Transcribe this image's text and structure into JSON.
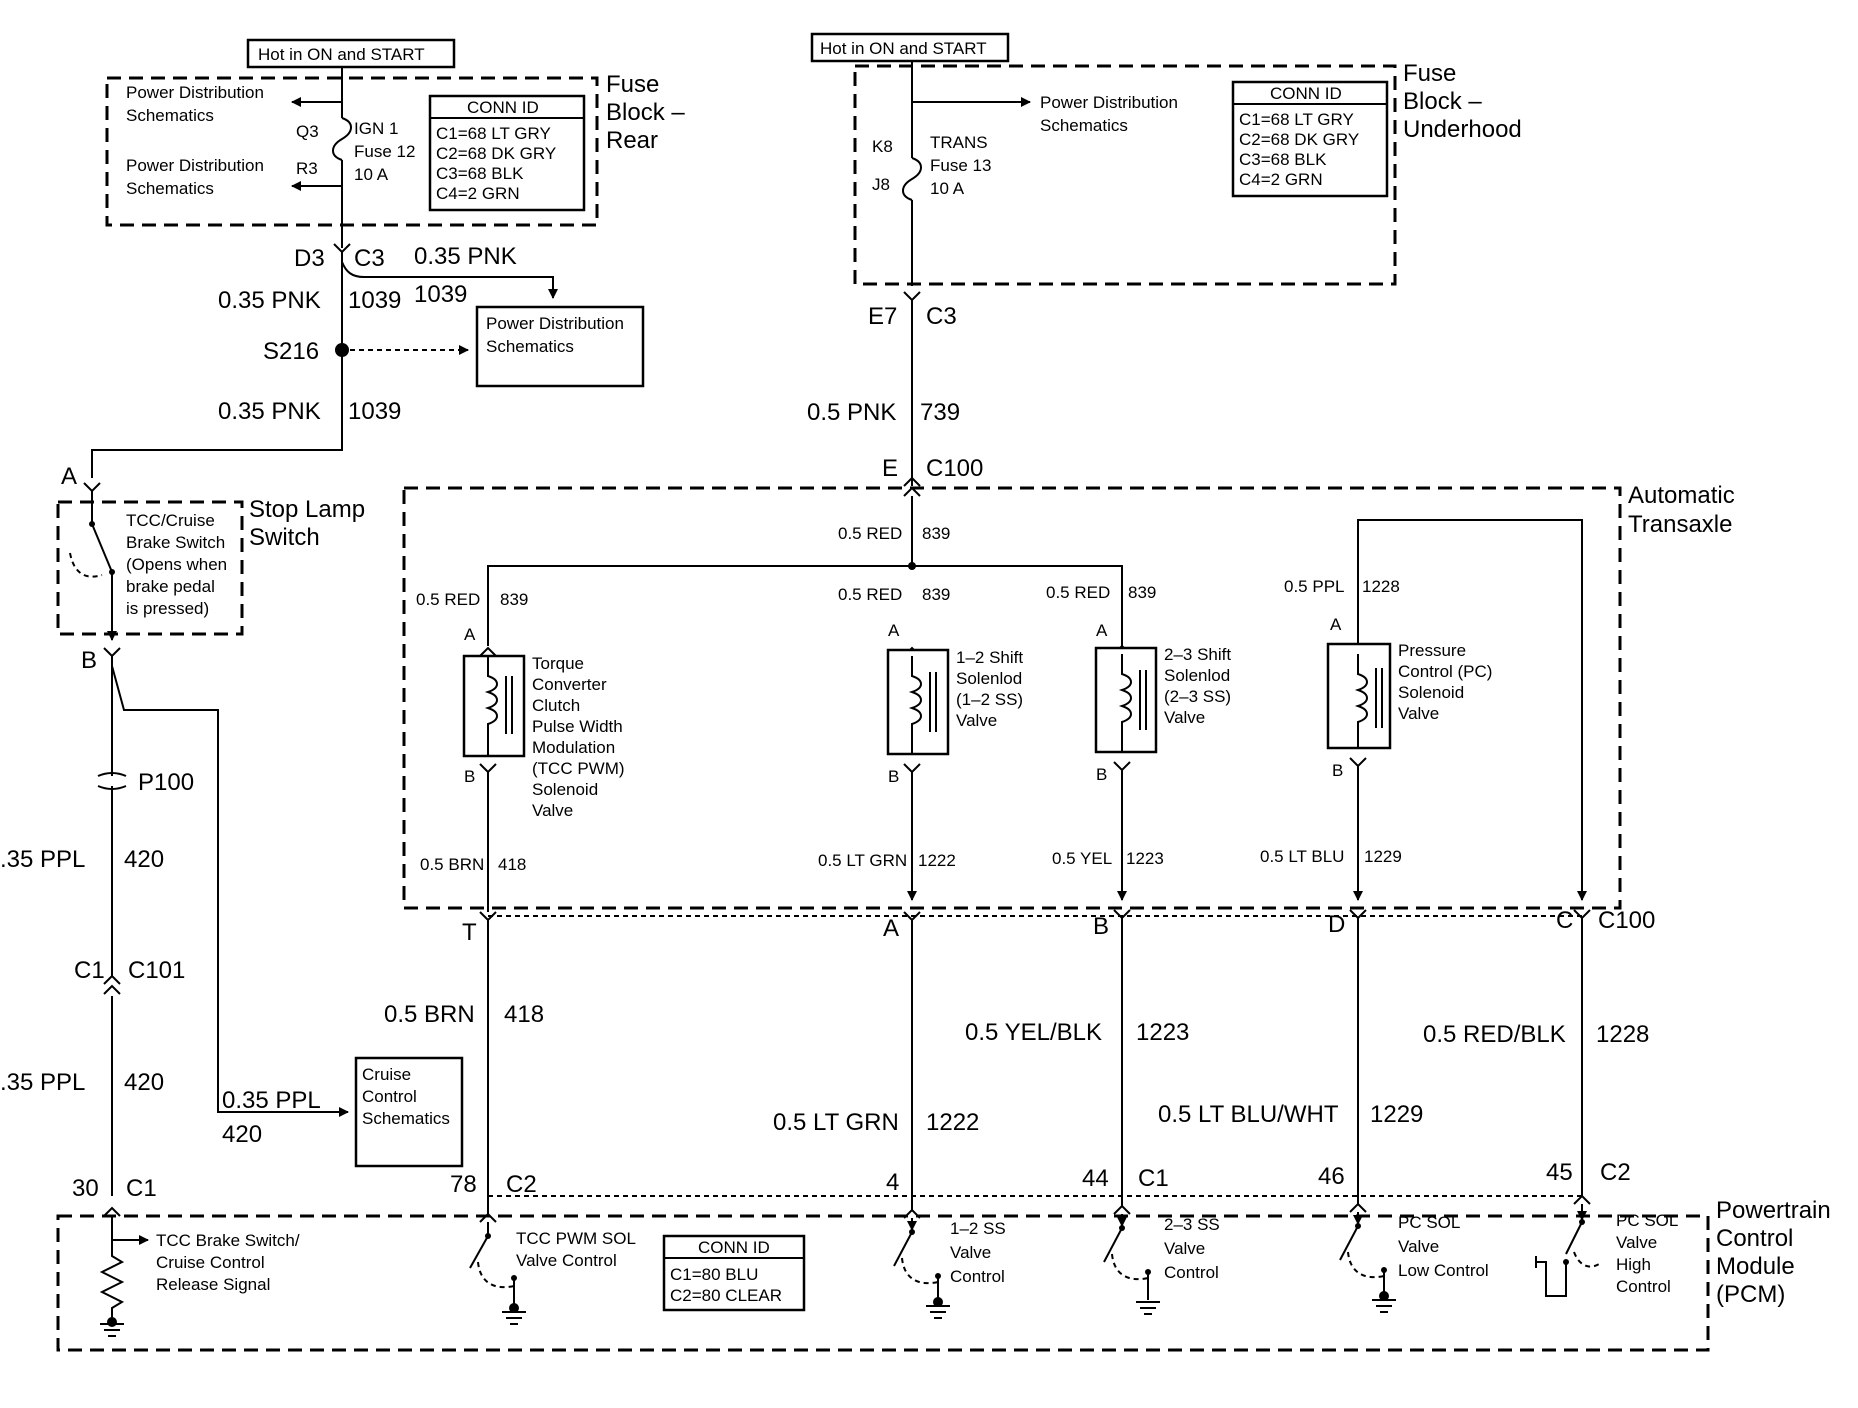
{
  "fuse_rear": {
    "hot_label": "Hot in ON and START",
    "name": [
      "Fuse",
      "Block –",
      "Rear"
    ],
    "pd1": [
      "Power Distribution",
      "Schematics"
    ],
    "pd2": [
      "Power Distribution",
      "Schematics"
    ],
    "q3": "Q3",
    "r3": "R3",
    "fuse": [
      "IGN 1",
      "Fuse 12",
      "10 A"
    ],
    "conn_title": "CONN ID",
    "conn": [
      "C1=68 LT GRY",
      "C2=68 DK GRY",
      "C3=68 BLK",
      "C4=2 GRN"
    ],
    "d3": "D3",
    "c3": "C3"
  },
  "fuse_under": {
    "hot_label": "Hot in ON and START",
    "name": [
      "Fuse",
      "Block –",
      "Underhood"
    ],
    "pd": [
      "Power Distribution",
      "Schematics"
    ],
    "k8": "K8",
    "j8": "J8",
    "fuse": [
      "TRANS",
      "Fuse 13",
      "10 A"
    ],
    "conn_title": "CONN ID",
    "conn": [
      "C1=68 LT GRY",
      "C2=68 DK GRY",
      "C3=68 BLK",
      "C4=2 GRN"
    ],
    "e7": "E7",
    "c3": "C3"
  },
  "left": {
    "w1": "0.35 PNK",
    "c1": "1039",
    "w_branch": "0.35 PNK",
    "c_branch": "1039",
    "pd_box": [
      "Power Distribution",
      "Schematics"
    ],
    "splice": "S216",
    "w2": "0.35 PNK",
    "c2": "1039",
    "pin_a": "A",
    "pin_b": "B",
    "switch": [
      "TCC/Cruise",
      "Brake Switch",
      "(Opens when",
      "brake pedal",
      "is pressed)"
    ],
    "stop_lamp": [
      "Stop Lamp",
      "Switch"
    ],
    "p100": "P100",
    "w3": ".35 PPL",
    "c3": "420",
    "c1_conn": "C1",
    "c101": "C101",
    "w4": ".35 PPL",
    "c4": "420",
    "cruise_w": "0.35 PPL",
    "cruise_c": "420",
    "cruise_box": [
      "Cruise",
      "Control",
      "Schematics"
    ]
  },
  "center": {
    "e": "E",
    "c100": "C100",
    "w": "0.5 PNK",
    "c": "739",
    "splice_w": "0.5 RED",
    "splice_c": "839"
  },
  "trans": {
    "name": [
      "Automatic",
      "Transaxle"
    ],
    "tcc": {
      "w_top": "0.5 RED",
      "c_top": "839",
      "pin_a": "A",
      "pin_b": "B",
      "label": [
        "Torque",
        "Converter",
        "Clutch",
        "Pulse Width",
        "Modulation",
        "(TCC PWM)",
        "Solenoid",
        "Valve"
      ],
      "w_bot": "0.5 BRN",
      "c_bot": "418"
    },
    "ss12": {
      "w_top": "0.5 RED",
      "c_top": "839",
      "pin_a": "A",
      "pin_b": "B",
      "label": [
        "1–2 Shift",
        "Solenlod",
        "(1–2 SS)",
        "Valve"
      ],
      "w_bot": "0.5 LT GRN",
      "c_bot": "1222"
    },
    "ss23": {
      "w_top": "0.5 RED",
      "c_top": "839",
      "pin_a": "A",
      "pin_b": "B",
      "label": [
        "2–3 Shift",
        "Solenlod",
        "(2–3 SS)",
        "Valve"
      ],
      "w_bot": "0.5 YEL",
      "c_bot": "1223"
    },
    "pc": {
      "w_top": "0.5 PPL",
      "c_top": "1228",
      "pin_a": "A",
      "pin_b": "B",
      "label": [
        "Pressure",
        "Control (PC)",
        "Solenoid",
        "Valve"
      ],
      "w_bot": "0.5 LT BLU",
      "c_bot": "1229"
    }
  },
  "c100_row": {
    "t": "T",
    "a": "A",
    "b": "B",
    "d": "D",
    "c": "C",
    "conn": "C100"
  },
  "lower": {
    "w_brn": "0.5 BRN",
    "c_brn": "418",
    "w_yel": "0.5 YEL/BLK",
    "c_yel": "1223",
    "w_red": "0.5 RED/BLK",
    "c_red": "1228",
    "w_grn": "0.5 LT GRN",
    "c_grn": "1222",
    "w_blu": "0.5 LT BLU/WHT",
    "c_blu": "1229"
  },
  "pcm": {
    "name": [
      "Powertrain",
      "Control",
      "Module",
      "(PCM)"
    ],
    "pins": {
      "p30": "30",
      "c1a": "C1",
      "p78": "78",
      "c2a": "C2",
      "p4": "4",
      "p44": "44",
      "c1b": "C1",
      "p46": "46",
      "p45": "45",
      "c2b": "C2"
    },
    "brake": [
      "TCC Brake Switch/",
      "Cruise Control",
      "Release Signal"
    ],
    "tccpwm": [
      "TCC PWM SOL",
      "Valve Control"
    ],
    "ss12": [
      "1–2 SS",
      "Valve",
      "Control"
    ],
    "ss23": [
      "2–3 SS",
      "Valve",
      "Control"
    ],
    "pclow": [
      "PC SOL",
      "Valve",
      "Low Control"
    ],
    "pchigh": [
      "PC SOL",
      "Valve",
      "High",
      "Control"
    ],
    "conn_title": "CONN ID",
    "conn": [
      "C1=80 BLU",
      "C2=80 CLEAR"
    ]
  }
}
